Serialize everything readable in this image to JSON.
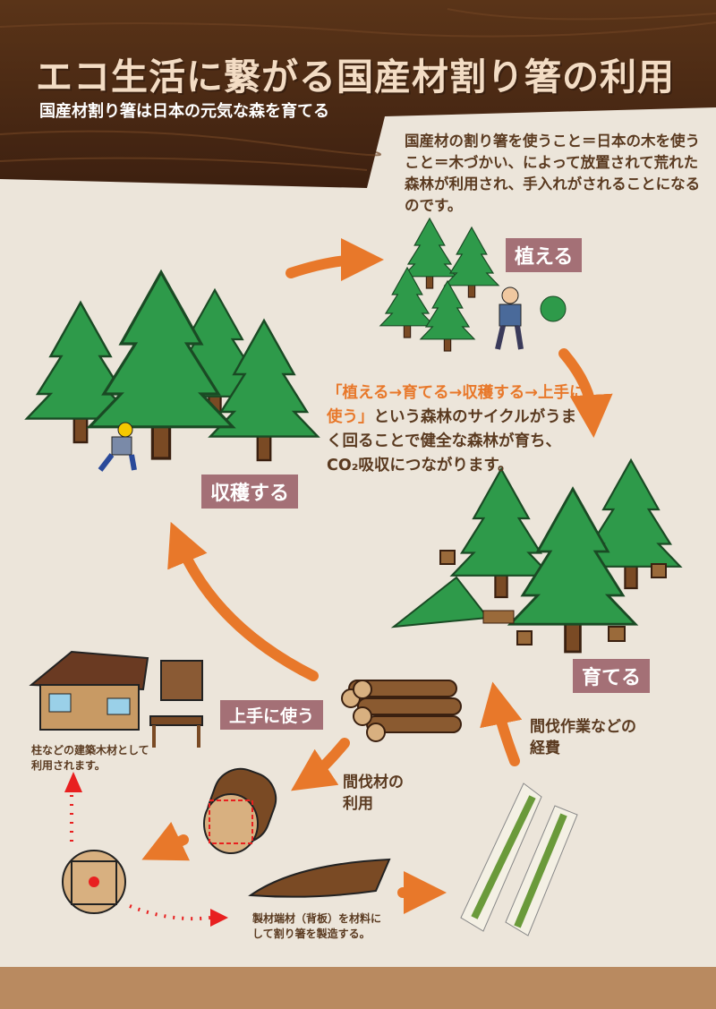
{
  "header": {
    "title": "エコ生活に繋がる国産材割り箸の利用",
    "subtitle": "国産材割り箸は日本の元気な森を育てる"
  },
  "intro": "国産材の割り箸を使うこと＝日本の木を使うこと＝木づかい、によって放置されて荒れた森林が利用され、手入れがされることになるのです。",
  "cycle": {
    "plant": "植える",
    "grow": "育てる",
    "harvest": "収穫する",
    "use": "上手に使う"
  },
  "center": {
    "highlight": "「植える→育てる→収穫する→上手に使う」",
    "rest": "という森林のサイクルがうまく回ることで健全な森林が育ち、CO₂吸収につながります。"
  },
  "notes": {
    "thinning_cost": "間伐作業などの経費",
    "thinned_wood": "間伐材の利用",
    "building": "柱などの建築木材として利用されます。",
    "offcuts": "製材端材（背板）を材料にして割り箸を製造する。"
  },
  "colors": {
    "orange": "#e8782a",
    "label_bg": "#a47076",
    "tree_green": "#2e9a4a",
    "wood_dark": "#4a2a14"
  }
}
